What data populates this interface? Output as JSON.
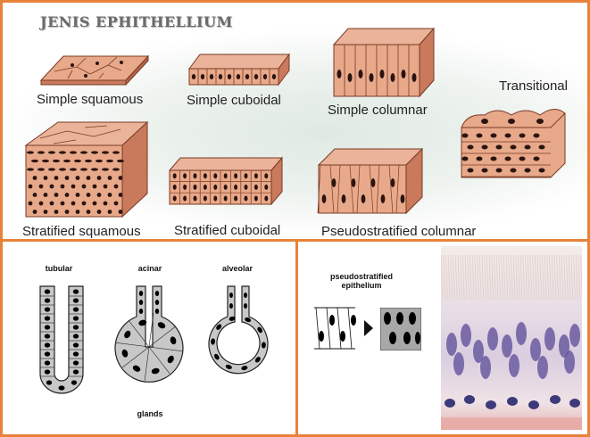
{
  "title": "JENIS EPHITHELLIUM",
  "epithelia": {
    "simple_squamous": "Simple squamous",
    "simple_cuboidal": "Simple cuboidal",
    "simple_columnar": "Simple columnar",
    "transitional": "Transitional",
    "stratified_squamous": "Stratified squamous",
    "stratified_cuboidal": "Stratified cuboidal",
    "pseudostratified_columnar": "Pseudostratified columnar"
  },
  "glands": {
    "tubular": "tubular",
    "acinar": "acinar",
    "alveolar": "alveolar",
    "caption": "glands"
  },
  "pseudo": {
    "label_line1": "pseudostratified",
    "label_line2": "epithelium"
  },
  "colors": {
    "border": "#e8823a",
    "tissue": "#e8a98a",
    "tissue_dark": "#b45a3c",
    "nucleus": "#2a1410",
    "gland_fill": "#c8c8c8"
  }
}
